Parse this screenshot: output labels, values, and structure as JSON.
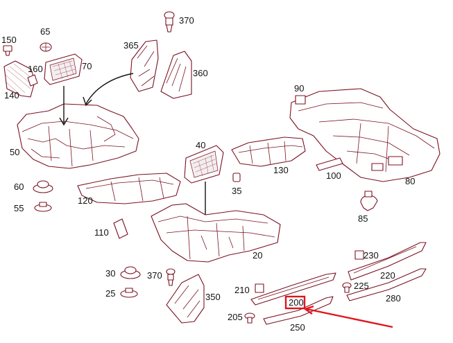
{
  "parts": [
    {
      "id": "p150",
      "label": "150"
    },
    {
      "id": "p65",
      "label": "65"
    },
    {
      "id": "p370a",
      "label": "370"
    },
    {
      "id": "p365",
      "label": "365"
    },
    {
      "id": "p160",
      "label": "160"
    },
    {
      "id": "p70",
      "label": "70"
    },
    {
      "id": "p360",
      "label": "360"
    },
    {
      "id": "p140",
      "label": "140"
    },
    {
      "id": "p90",
      "label": "90"
    },
    {
      "id": "p50",
      "label": "50"
    },
    {
      "id": "p40",
      "label": "40"
    },
    {
      "id": "p130",
      "label": "130"
    },
    {
      "id": "p60",
      "label": "60"
    },
    {
      "id": "p100",
      "label": "100"
    },
    {
      "id": "p80",
      "label": "80"
    },
    {
      "id": "p35",
      "label": "35"
    },
    {
      "id": "p55",
      "label": "55"
    },
    {
      "id": "p120",
      "label": "120"
    },
    {
      "id": "p85",
      "label": "85"
    },
    {
      "id": "p110",
      "label": "110"
    },
    {
      "id": "p20",
      "label": "20"
    },
    {
      "id": "p230",
      "label": "230"
    },
    {
      "id": "p30",
      "label": "30"
    },
    {
      "id": "p370b",
      "label": "370"
    },
    {
      "id": "p220",
      "label": "220"
    },
    {
      "id": "p225",
      "label": "225"
    },
    {
      "id": "p210",
      "label": "210"
    },
    {
      "id": "p25",
      "label": "25"
    },
    {
      "id": "p350",
      "label": "350"
    },
    {
      "id": "p200",
      "label": "200"
    },
    {
      "id": "p280",
      "label": "280"
    },
    {
      "id": "p205",
      "label": "205"
    },
    {
      "id": "p250",
      "label": "250"
    }
  ],
  "highlight": {
    "label": "200",
    "color": "#e0141c"
  },
  "colors": {
    "line": "#7a1020",
    "text": "#111111",
    "highlight": "#e0141c"
  }
}
